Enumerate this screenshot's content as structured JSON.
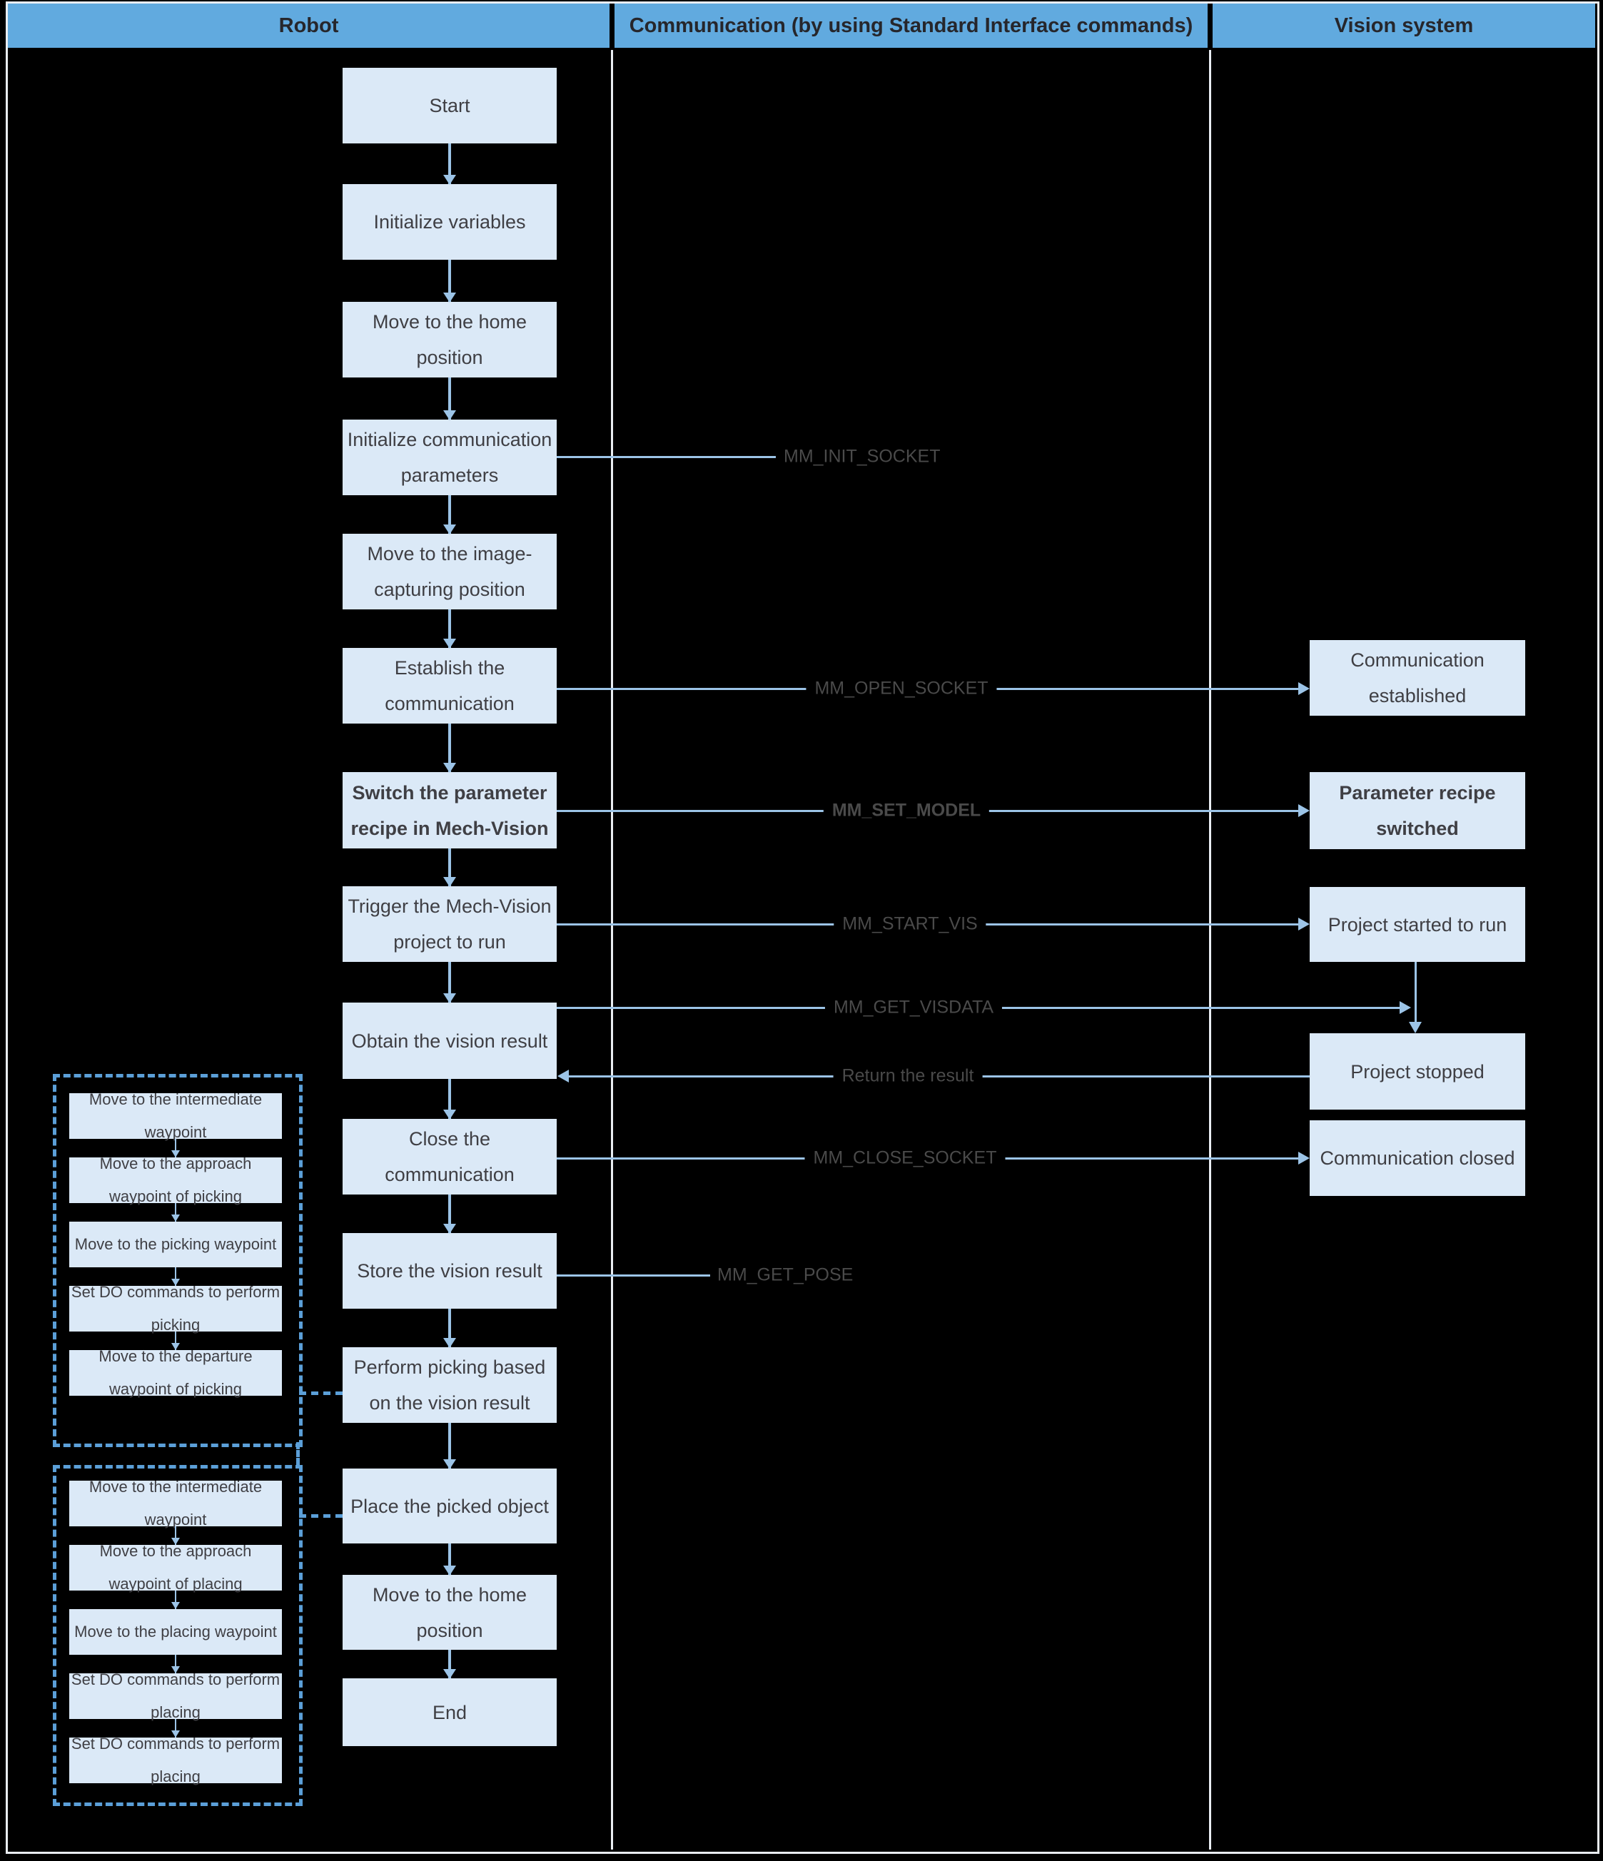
{
  "header": {
    "columns": [
      "Robot",
      "Communication (by using Standard Interface commands)",
      "Vision system"
    ]
  },
  "colors": {
    "header_bg": "#61aadf",
    "header_text": "#26262b",
    "node_fill": "#dbe9f7",
    "node_text": "#3f3f44",
    "line_blue": "#9cc4e7",
    "dash_blue": "#5b9fd8",
    "label_text": "#4a4a4a",
    "grid_line": "#e9edf2",
    "canvas_bg": "#000000"
  },
  "robot_steps": [
    {
      "label": "Start"
    },
    {
      "label": "Initialize variables"
    },
    {
      "label": "Move to the home position"
    },
    {
      "label": "Initialize communication parameters"
    },
    {
      "label": "Move to the image-capturing position"
    },
    {
      "label": "Establish the communication"
    },
    {
      "label": "Switch the parameter recipe in Mech-Vision",
      "bold": true
    },
    {
      "label": "Trigger the Mech-Vision project to run"
    },
    {
      "label": "Obtain the vision result"
    },
    {
      "label": "Close the communication"
    },
    {
      "label": "Store the vision result"
    },
    {
      "label": "Perform picking based on the vision result"
    },
    {
      "label": "Place the picked object"
    },
    {
      "label": "Move to the home position"
    },
    {
      "label": "End"
    }
  ],
  "picking_group": {
    "steps": [
      {
        "label": "Move to the intermediate waypoint"
      },
      {
        "label": "Move to the approach waypoint of picking"
      },
      {
        "label": "Move to the picking waypoint"
      },
      {
        "label": "Set DO commands to perform picking"
      },
      {
        "label": "Move to the departure waypoint of picking"
      }
    ]
  },
  "placing_group": {
    "steps": [
      {
        "label": "Move to the intermediate waypoint"
      },
      {
        "label": "Move to the approach waypoint of placing"
      },
      {
        "label": "Move to the placing waypoint"
      },
      {
        "label": "Set DO commands to perform placing"
      },
      {
        "label": "Set DO commands to perform placing"
      }
    ]
  },
  "commands": [
    {
      "label": "MM_INIT_SOCKET"
    },
    {
      "label": "MM_OPEN_SOCKET"
    },
    {
      "label": "MM_SET_MODEL",
      "bold": true
    },
    {
      "label": "MM_START_VIS"
    },
    {
      "label": "MM_GET_VISDATA"
    },
    {
      "label": "Return the result"
    },
    {
      "label": "MM_CLOSE_SOCKET"
    },
    {
      "label": "MM_GET_POSE"
    }
  ],
  "vision_steps": [
    {
      "label": "Communication established"
    },
    {
      "label": "Parameter recipe switched",
      "bold": true
    },
    {
      "label": "Project started to run"
    },
    {
      "label": "Project stopped"
    },
    {
      "label": "Communication closed"
    }
  ]
}
